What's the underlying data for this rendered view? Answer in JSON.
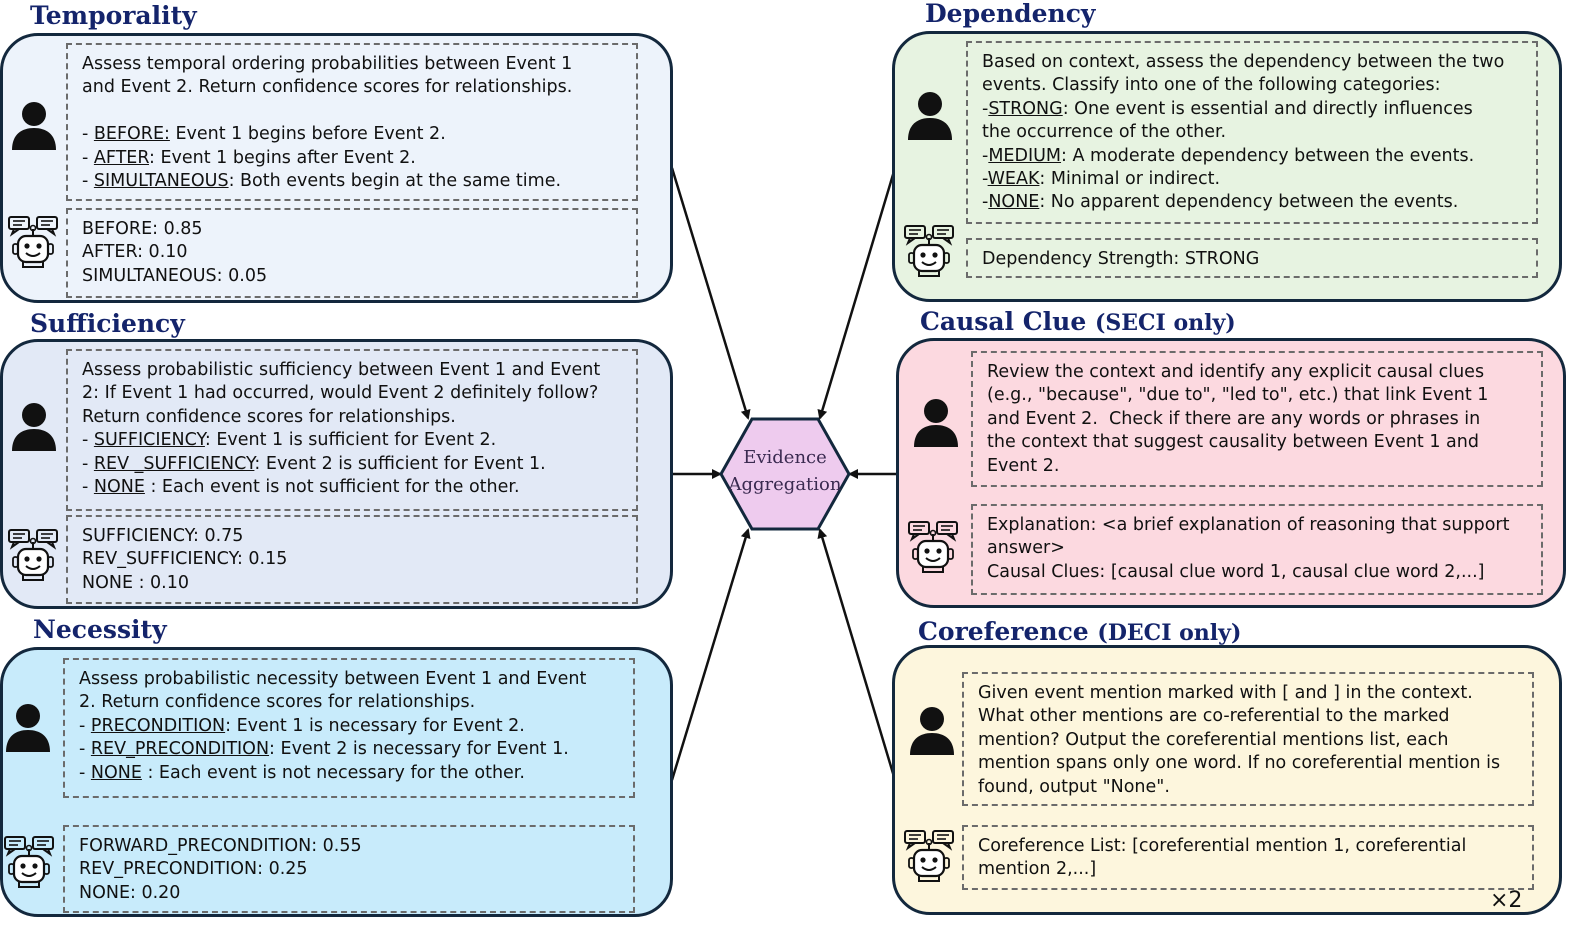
{
  "hub": {
    "label_line1": "Evidence",
    "label_line2": "Aggregation"
  },
  "multiplier": "×2",
  "colors": {
    "temporality": "#edf3fb",
    "sufficiency": "#e2e9f6",
    "necessity": "#c8ebfb",
    "dependency": "#e7f3e1",
    "causal_clue": "#fcd9e0",
    "coreference": "#fdf6dd",
    "hub_fill": "#eecbee",
    "border": "#13283d",
    "title": "#14246b"
  },
  "icons": {
    "user": "user-icon",
    "robot": "robot-chat-icon"
  },
  "panels": {
    "temporality": {
      "title": "Temporality",
      "prompt": [
        {
          "pre": "Assess temporal ordering probabilities between Event 1",
          "u": "",
          "post": ""
        },
        {
          "pre": "and Event 2. Return confidence scores for relationships.",
          "u": "",
          "post": ""
        },
        {
          "pre": " ",
          "u": "",
          "post": ""
        },
        {
          "pre": "- ",
          "u": "BEFORE:",
          "post": " Event 1 begins before Event 2."
        },
        {
          "pre": "- ",
          "u": "AFTER",
          "post": ": Event 1 begins after Event 2."
        },
        {
          "pre": "- ",
          "u": "SIMULTANEOUS",
          "post": ": Both events begin at the same time."
        }
      ],
      "response": [
        "BEFORE: 0.85",
        "AFTER: 0.10",
        "SIMULTANEOUS: 0.05"
      ]
    },
    "sufficiency": {
      "title": "Sufficiency",
      "prompt": [
        {
          "pre": "Assess probabilistic sufficiency between Event 1 and Event",
          "u": "",
          "post": ""
        },
        {
          "pre": "2: If Event 1 had occurred, would Event 2 definitely follow?",
          "u": "",
          "post": ""
        },
        {
          "pre": "Return confidence scores for relationships.",
          "u": "",
          "post": ""
        },
        {
          "pre": "- ",
          "u": "SUFFICIENCY",
          "post": ": Event 1 is sufficient for Event 2."
        },
        {
          "pre": "- ",
          "u": "REV _SUFFICIENCY",
          "post": ": Event 2 is sufficient for Event 1."
        },
        {
          "pre": "- ",
          "u": "NONE",
          "post": " : Each event is not sufficient for the other."
        }
      ],
      "response": [
        "SUFFICIENCY: 0.75",
        "REV_SUFFICIENCY: 0.15",
        "NONE : 0.10"
      ]
    },
    "necessity": {
      "title": "Necessity",
      "prompt": [
        {
          "pre": "Assess probabilistic necessity between Event 1 and Event",
          "u": "",
          "post": ""
        },
        {
          "pre": "2. Return confidence scores for relationships.",
          "u": "",
          "post": ""
        },
        {
          "pre": "- ",
          "u": "PRECONDITION",
          "post": ": Event 1 is necessary for Event 2."
        },
        {
          "pre": "- ",
          "u": "REV_PRECONDITION",
          "post": ": Event 2 is necessary for Event 1."
        },
        {
          "pre": "- ",
          "u": "NONE",
          "post": " : Each event is not necessary for the other."
        }
      ],
      "response": [
        "FORWARD_PRECONDITION: 0.55",
        "REV_PRECONDITION: 0.25",
        "NONE: 0.20"
      ]
    },
    "dependency": {
      "title": "Dependency",
      "prompt": [
        {
          "pre": "Based on context, assess the dependency between the two",
          "u": "",
          "post": ""
        },
        {
          "pre": "events. Classify into one of the following categories:",
          "u": "",
          "post": ""
        },
        {
          "pre": "-",
          "u": "STRONG",
          "post": ": One event is essential and directly influences"
        },
        {
          "pre": "the occurrence of the other.",
          "u": "",
          "post": ""
        },
        {
          "pre": "-",
          "u": "MEDIUM",
          "post": ": A moderate dependency between the events."
        },
        {
          "pre": "-",
          "u": "WEAK",
          "post": ": Minimal or indirect."
        },
        {
          "pre": "-",
          "u": "NONE",
          "post": ": No apparent dependency between the events."
        }
      ],
      "response": [
        "Dependency Strength: STRONG"
      ]
    },
    "causal_clue": {
      "title": "Causal Clue",
      "title_suffix": "(SECI only)",
      "prompt": [
        {
          "pre": "Review the context and identify any explicit causal clues",
          "u": "",
          "post": ""
        },
        {
          "pre": "(e.g., \"because\", \"due to\", \"led to\", etc.) that link Event 1",
          "u": "",
          "post": ""
        },
        {
          "pre": "and Event 2.  Check if there are any words or phrases in",
          "u": "",
          "post": ""
        },
        {
          "pre": "the context that suggest causality between Event 1 and",
          "u": "",
          "post": ""
        },
        {
          "pre": "Event 2.",
          "u": "",
          "post": ""
        }
      ],
      "response": [
        "Explanation: <a brief explanation of reasoning that support",
        "answer>",
        "Causal Clues: [causal clue word 1, causal clue word 2,...]"
      ]
    },
    "coreference": {
      "title": "Coreference",
      "title_suffix": "(DECI only)",
      "prompt": [
        {
          "pre": "Given event mention marked with [ and ] in the context.",
          "u": "",
          "post": ""
        },
        {
          "pre": "What other mentions are co-referential to the marked",
          "u": "",
          "post": ""
        },
        {
          "pre": "mention? Output the coreferential mentions list, each",
          "u": "",
          "post": ""
        },
        {
          "pre": "mention spans only one word. If no coreferential mention is",
          "u": "",
          "post": ""
        },
        {
          "pre": "found, output \"None\".",
          "u": "",
          "post": ""
        }
      ],
      "response": [
        "Coreference List: [coreferential mention 1, coreferential",
        "mention 2,...]"
      ]
    }
  }
}
